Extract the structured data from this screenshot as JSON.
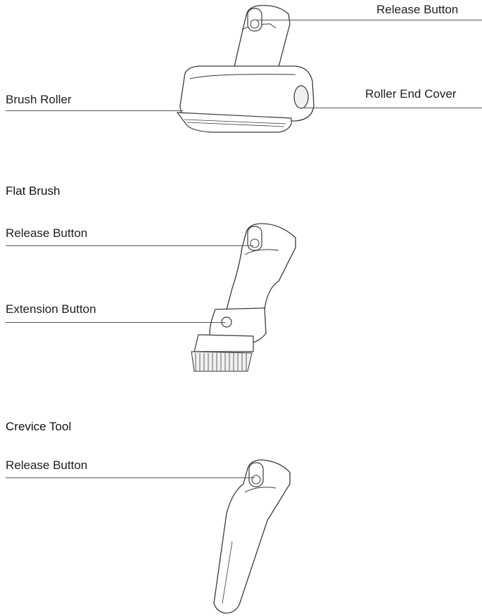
{
  "mini_brush": {
    "release_button_label": "Release Button",
    "brush_roller_label": "Brush Roller",
    "roller_end_cover_label": "Roller End Cover"
  },
  "flat_brush": {
    "title": "Flat Brush",
    "release_button_label": "Release Button",
    "extension_button_label": "Extension Button"
  },
  "crevice_tool": {
    "title": "Crevice Tool",
    "release_button_label": "Release Button"
  },
  "colors": {
    "outline": "#3a3a3a",
    "leader_line": "#555555",
    "fill": "#ffffff",
    "shade": "#f0f0f0"
  }
}
